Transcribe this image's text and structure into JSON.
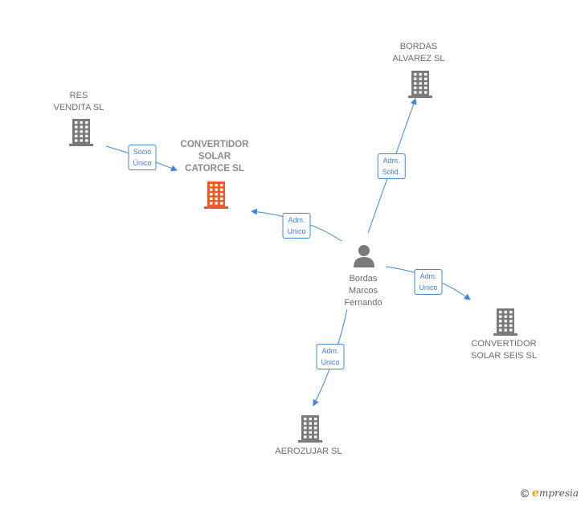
{
  "nodes": [
    {
      "id": "res",
      "label": "RES\nVENDITA SL",
      "type": "company",
      "color": "#7a7a7a"
    },
    {
      "id": "focus",
      "label": "CONVERTIDOR\nSOLAR\nCATORCE SL",
      "type": "company",
      "color": "#f05a28",
      "focus": true
    },
    {
      "id": "bordas_alv",
      "label": "BORDAS\nALVAREZ SL",
      "type": "company",
      "color": "#7a7a7a"
    },
    {
      "id": "person",
      "label": "Bordas\nMarcos\nFernando",
      "type": "person",
      "color": "#7a7a7a"
    },
    {
      "id": "seis",
      "label": "CONVERTIDOR\nSOLAR SEIS SL",
      "type": "company",
      "color": "#7a7a7a"
    },
    {
      "id": "aero",
      "label": "AEROZUJAR SL",
      "type": "company",
      "color": "#7a7a7a"
    }
  ],
  "edges": [
    {
      "from": "res",
      "to": "focus",
      "label": "Socio\nÚnico"
    },
    {
      "from": "person",
      "to": "focus",
      "label": "Adm.\nUnico"
    },
    {
      "from": "person",
      "to": "bordas_alv",
      "label": "Adm.\nSolid."
    },
    {
      "from": "person",
      "to": "seis",
      "label": "Adm.\nUnico"
    },
    {
      "from": "person",
      "to": "aero",
      "label": "Adm.\nUnico"
    }
  ],
  "edge_color": "#3f86d6",
  "footer": {
    "copyright": "©",
    "brand_initial": "e",
    "brand_rest": "mpresia"
  }
}
